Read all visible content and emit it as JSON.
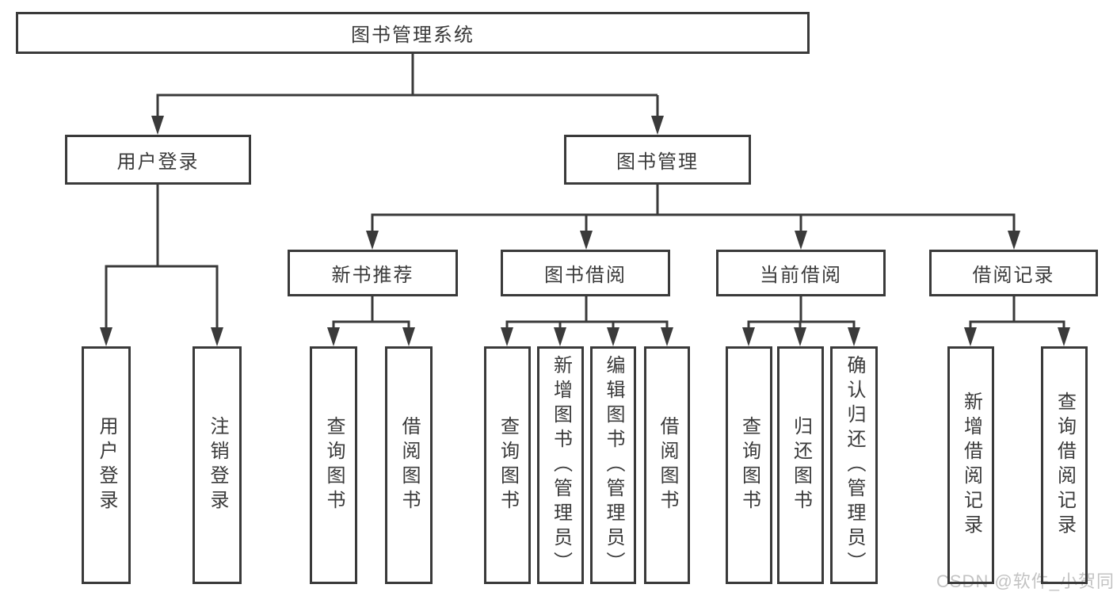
{
  "tree": {
    "root": "图书管理系统",
    "branches": [
      {
        "label": "用户登录",
        "children": [
          "用户登录",
          "注销登录"
        ]
      },
      {
        "label": "图书管理",
        "sections": [
          {
            "label": "新书推荐",
            "children": [
              "查询图书",
              "借阅图书"
            ]
          },
          {
            "label": "图书借阅",
            "children": [
              "查询图书",
              "新增图书（管理员）",
              "编辑图书（管理员）",
              "借阅图书"
            ]
          },
          {
            "label": "当前借阅",
            "children": [
              "查询图书",
              "归还图书",
              "确认归还（管理员）"
            ]
          },
          {
            "label": "借阅记录",
            "children": [
              "新增借阅记录",
              "查询借阅记录"
            ]
          }
        ]
      }
    ]
  },
  "watermark": {
    "text": "CSDN @软件_小贺同学"
  },
  "colors": {
    "line": "#3a3a3a",
    "text": "#3a3a3a",
    "watermark": "#c3c3c3",
    "background": "#ffffff"
  }
}
